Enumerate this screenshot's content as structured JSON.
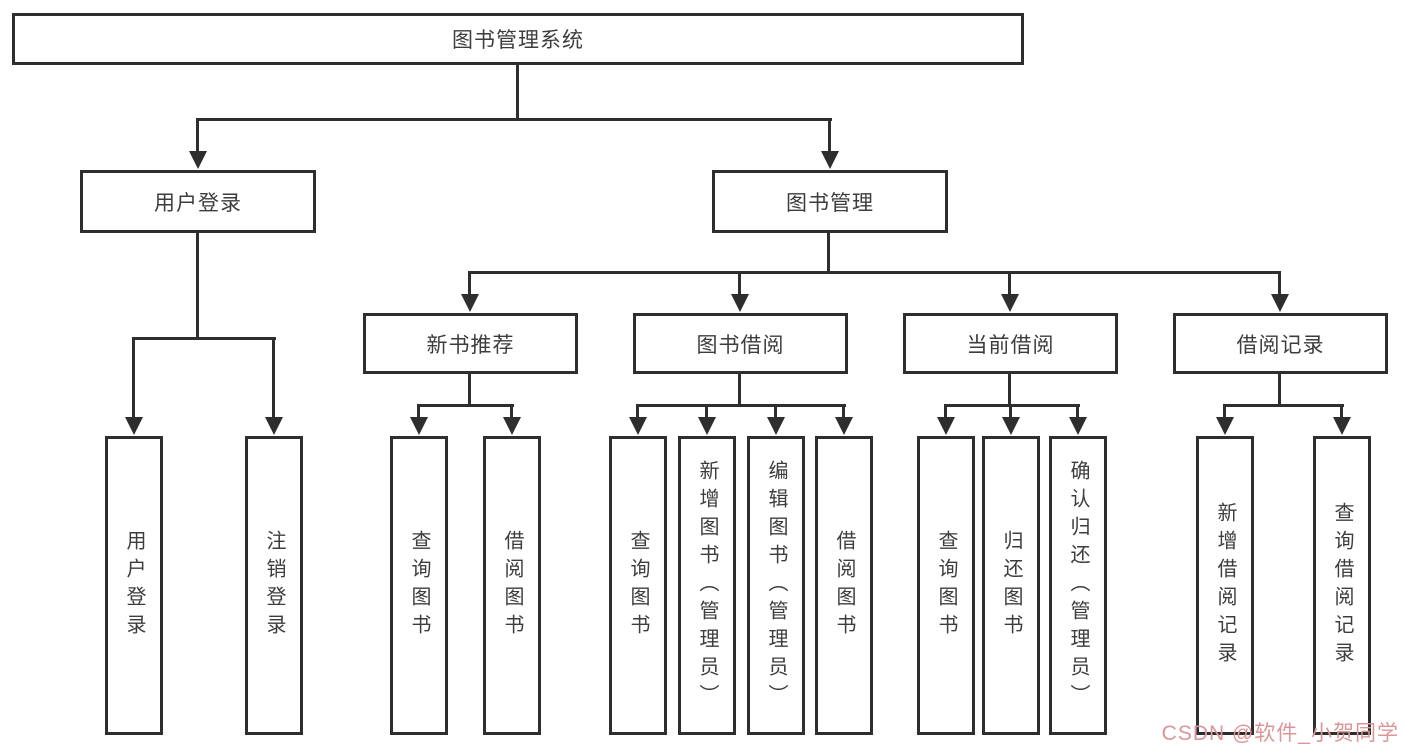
{
  "diagram": {
    "root": "图书管理系统",
    "branch_login": {
      "label": "用户登录",
      "leaves": [
        "用户登录",
        "注销登录"
      ]
    },
    "branch_manage": {
      "label": "图书管理"
    },
    "groups": [
      {
        "label": "新书推荐",
        "leaves": [
          "查询图书",
          "借阅图书"
        ]
      },
      {
        "label": "图书借阅",
        "leaves": [
          "查询图书",
          "新增图书（管理员）",
          "编辑图书（管理员）",
          "借阅图书"
        ]
      },
      {
        "label": "当前借阅",
        "leaves": [
          "查询图书",
          "归还图书",
          "确认归还（管理员）"
        ]
      },
      {
        "label": "借阅记录",
        "leaves": [
          "新增借阅记录",
          "查询借阅记录"
        ]
      }
    ]
  },
  "watermark": {
    "text": "CSDN @软件_小贺同学",
    "color": "#dc9598"
  },
  "colors": {
    "line": "#2e2e2e",
    "text": "#3d3d3d",
    "background": "#ffffff"
  }
}
